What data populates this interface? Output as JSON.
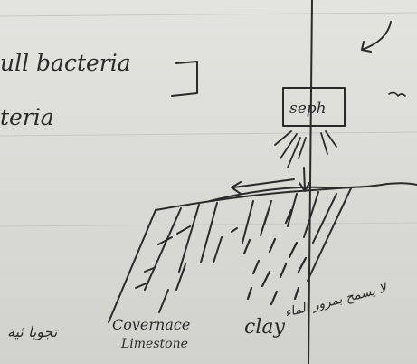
{
  "diagram": {
    "labels": {
      "full_bacteria": "ull bacteria",
      "teria": "teria",
      "box": "seph",
      "covernace": "Covernace",
      "limestone": "Limestone",
      "clay": "clay",
      "arabic_left": "تجوبا ئية",
      "arabic_right": "لا يسمح بمرور الماء"
    },
    "ink_color": "#2a2a2a",
    "paper_color": "#e0e0db"
  }
}
